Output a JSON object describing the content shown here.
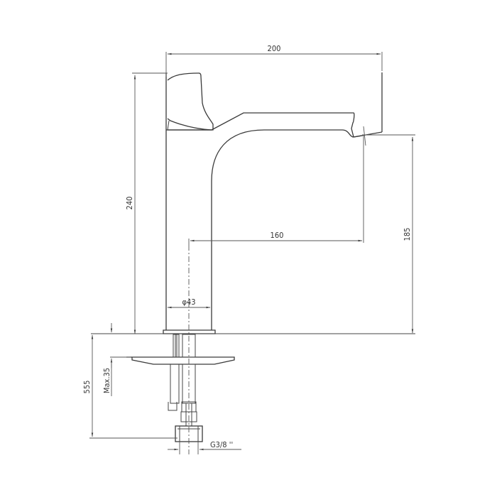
{
  "drawing": {
    "subject": "Tall basin faucet technical drawing",
    "units": "mm",
    "colors": {
      "line": "#3a3a3a",
      "background": "#ffffff"
    },
    "dimensions": {
      "total_width": "200",
      "total_height": "240",
      "spout_reach": "160",
      "spout_outlet_height": "185",
      "body_diameter": "φ43",
      "hose_length": "555",
      "max_counter_thickness": "Max.35",
      "connection_thread": "G3/8 ''"
    }
  }
}
